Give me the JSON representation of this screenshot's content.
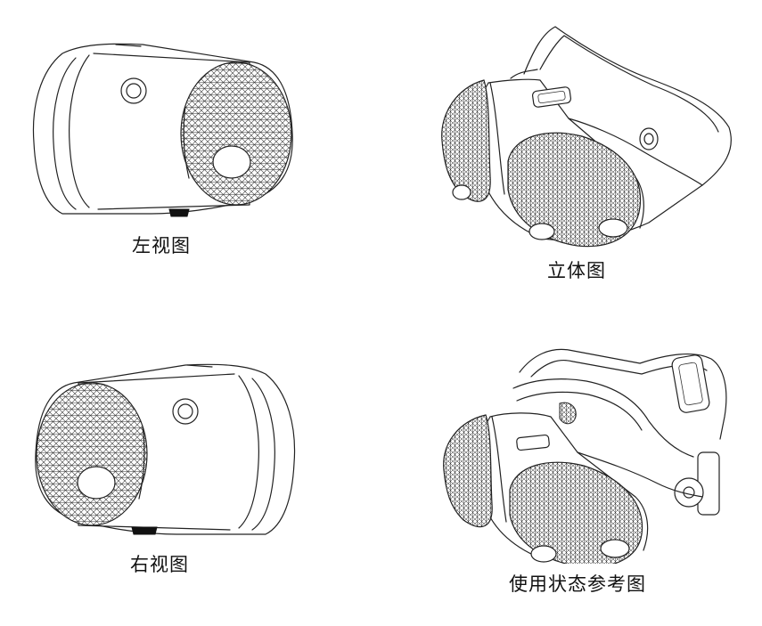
{
  "views": [
    {
      "id": "left",
      "caption": "左视图"
    },
    {
      "id": "iso",
      "caption": "立体图"
    },
    {
      "id": "right",
      "caption": "右视图"
    },
    {
      "id": "use",
      "caption": "使用状态参考图"
    }
  ],
  "colors": {
    "line": "#222222",
    "background": "#ffffff"
  }
}
